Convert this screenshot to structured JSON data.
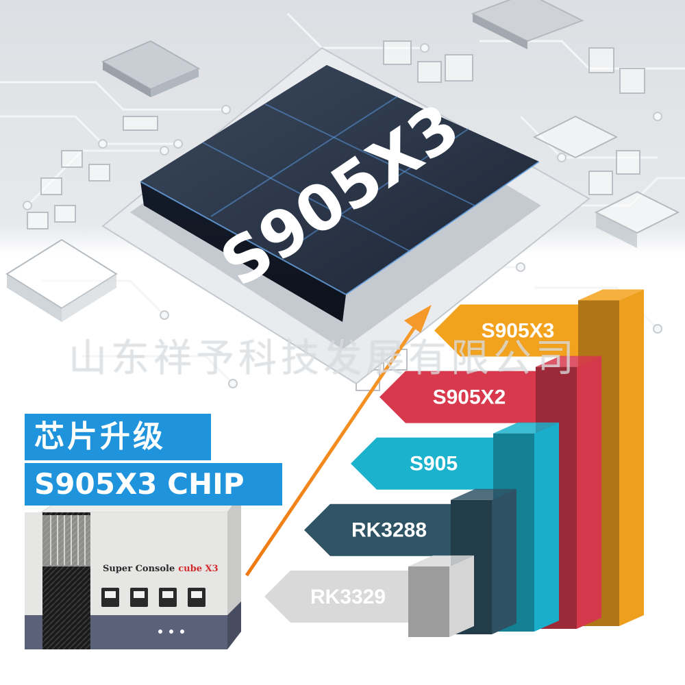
{
  "hero": {
    "chip_label": "S905X3",
    "watermark": "山东祥予科技发展有限公司"
  },
  "banner": {
    "title_cn": "芯片升级",
    "title_en": "S905X3 CHIP"
  },
  "product": {
    "brand_prefix": "Super Console",
    "brand_model": "cube X3"
  },
  "chart_data": {
    "type": "bar",
    "categories": [
      "RK3329",
      "RK3288",
      "S905",
      "S905X2",
      "S905X3"
    ],
    "values": [
      1,
      2,
      3,
      4,
      5
    ],
    "colors": [
      "#d9d9d9",
      "#2f5466",
      "#1ab2cd",
      "#d8394d",
      "#f3a21e"
    ],
    "title": "",
    "xlabel": "",
    "ylabel": ""
  }
}
